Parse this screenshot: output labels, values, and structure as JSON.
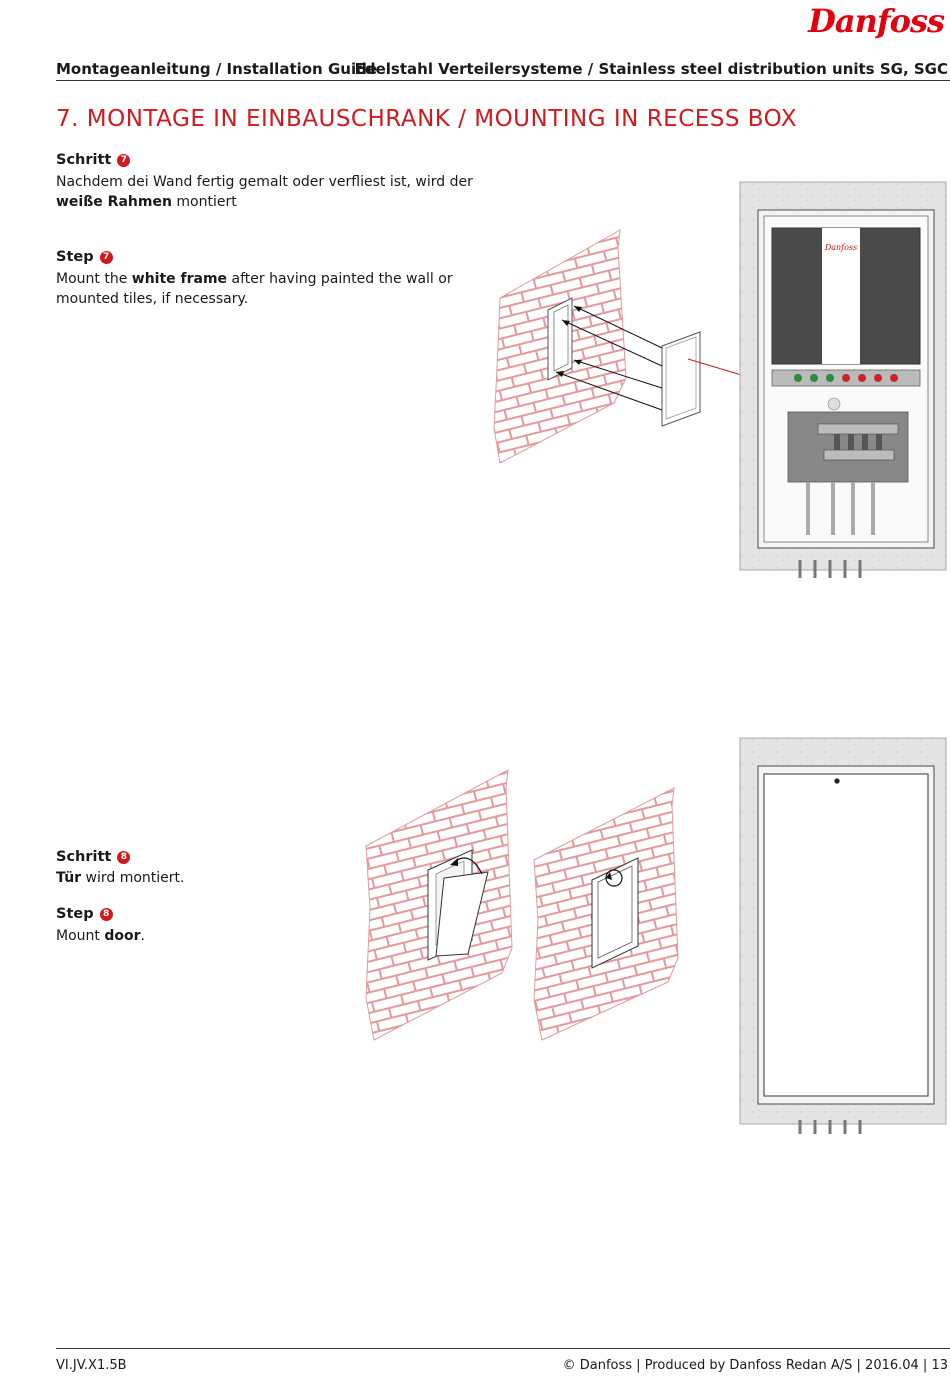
{
  "header": {
    "left": "Montageanleitung / Installation Guide",
    "right": "Edelstahl Verteilersysteme / Stainless steel distribution units SG, SGC",
    "logo": "Danfoss"
  },
  "section_title": "7. MONTAGE IN EINBAUSCHRANK / MOUNTING IN RECESS BOX",
  "step7_de": {
    "heading": "Schritt",
    "number": "7",
    "text_before": "Nachdem dei Wand fertig gemalt oder verfliest ist, wird der",
    "bold": "weiße Rahmen",
    "text_after": " montiert"
  },
  "step7_en": {
    "heading": "Step",
    "number": "7",
    "text_before": "Mount the ",
    "bold": "white frame",
    "text_after": " after having painted the wall or",
    "line2": "mounted tiles, if necessary."
  },
  "step8_de": {
    "heading": "Schritt",
    "number": "8",
    "bold": "Tür",
    "text_after": " wird montiert."
  },
  "step8_en": {
    "heading": "Step",
    "number": "8",
    "text_before": "Mount ",
    "bold": "door",
    "text_after": "."
  },
  "footer": {
    "left": "VI.JV.X1.5B",
    "right": "© Danfoss | Produced by Danfoss Redan A/S | 2016.04  | 13"
  },
  "colors": {
    "accent": "#d01a1f",
    "brick": "#e8a0a0",
    "panel": "#4a4a4a",
    "concrete": "#e6e6e6"
  }
}
